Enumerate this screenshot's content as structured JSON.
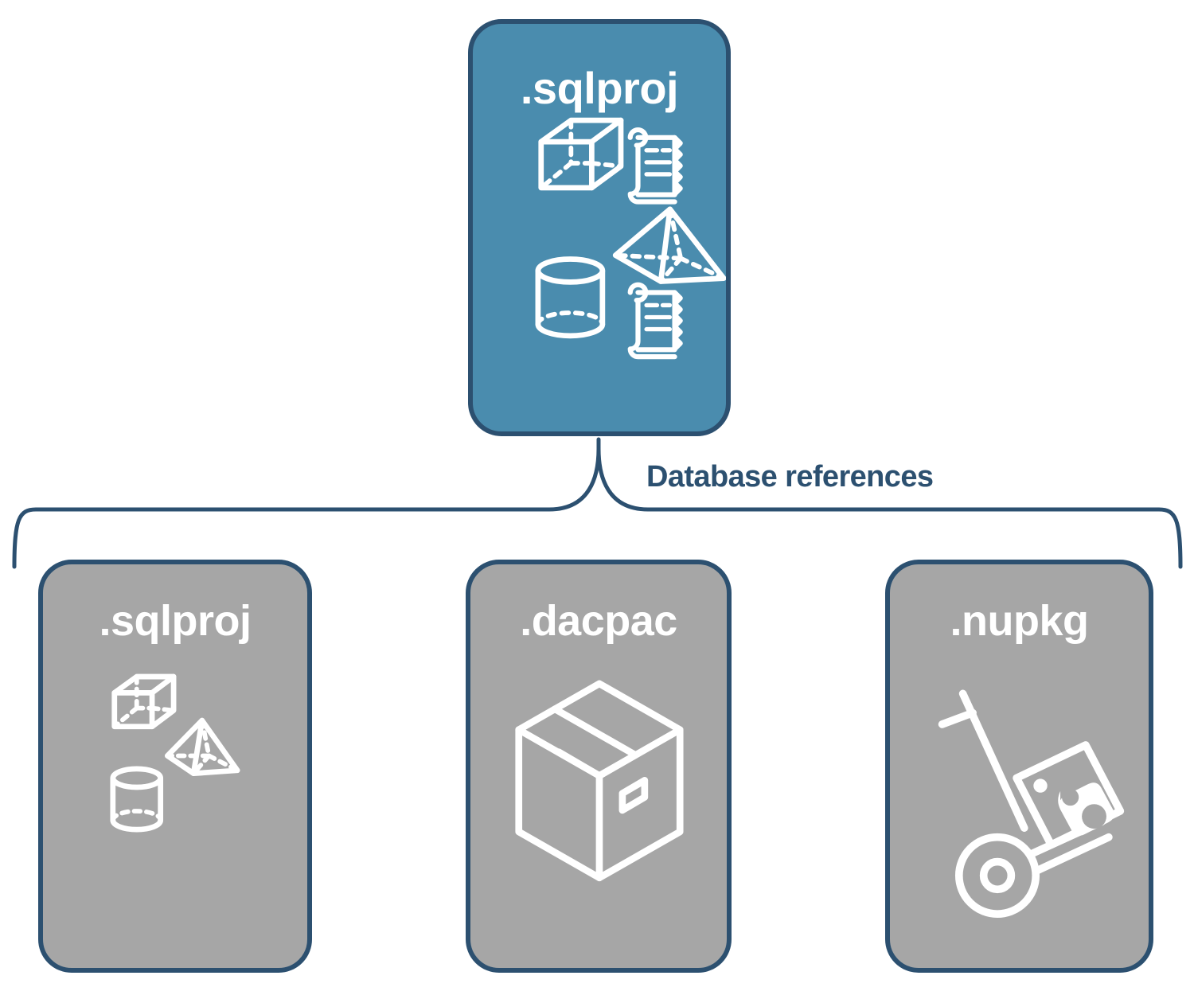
{
  "diagram": {
    "title": "Database references diagram",
    "background": "#ffffff",
    "colors": {
      "primary_fill": "#4A8CAE",
      "secondary_fill": "#A6A6A6",
      "stroke": "#2C5070",
      "icon": "#FFFFFF",
      "label_text": "#2C5070",
      "card_text": "#FFFFFF"
    }
  },
  "root_node": {
    "label": ".sqlproj",
    "fill": "#4A8CAE",
    "icons": [
      "cube-icon",
      "pyramid-icon",
      "cylinder-icon",
      "scroll-icon",
      "scroll-icon"
    ]
  },
  "connector": {
    "label": "Database references",
    "style": "curly-brace",
    "color": "#2C5070"
  },
  "reference_nodes": [
    {
      "label": ".sqlproj",
      "fill": "#A6A6A6",
      "icons": [
        "cube-icon",
        "pyramid-icon",
        "cylinder-icon"
      ]
    },
    {
      "label": ".dacpac",
      "fill": "#A6A6A6",
      "icons": [
        "package-box-icon"
      ]
    },
    {
      "label": ".nupkg",
      "fill": "#A6A6A6",
      "icons": [
        "hand-truck-icon",
        "nuget-package-icon"
      ]
    }
  ]
}
